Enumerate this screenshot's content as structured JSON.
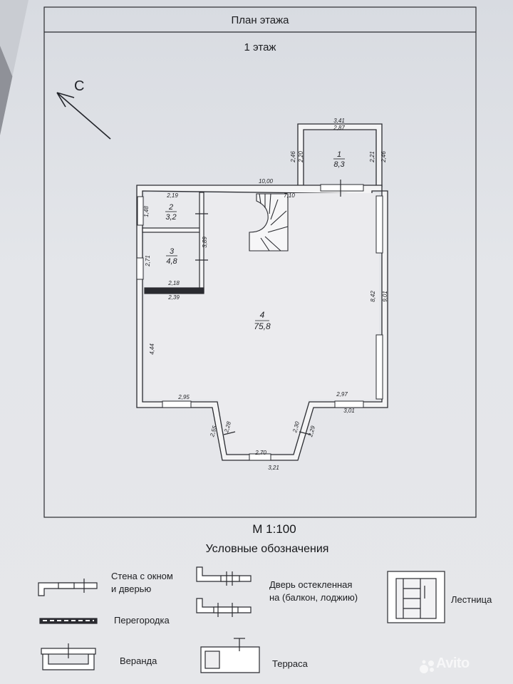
{
  "header": {
    "title": "План этажа",
    "floor": "1 этаж"
  },
  "north_label": "С",
  "rooms": [
    {
      "id": "1",
      "area": "8,3"
    },
    {
      "id": "2",
      "area": "3,2"
    },
    {
      "id": "3",
      "area": "4,8"
    },
    {
      "id": "4",
      "area": "75,8"
    }
  ],
  "dimensions": {
    "top_total": "10,00",
    "top_inner": "7,10",
    "veranda_outer": "3,41",
    "veranda_inner": "2,87",
    "veranda_left_outer": "2,46",
    "veranda_left_inner": "2,20",
    "veranda_right_inner": "2,21",
    "veranda_right_outer": "2,46",
    "room2_width": "2,19",
    "room2_depth": "1,48",
    "room3_depth": "2,71",
    "room3_partition": "3,89",
    "room3_width": "2,18",
    "room3_outer": "2,39",
    "right_inner": "8,42",
    "right_outer": "9,01",
    "left_inner": "4,44",
    "bottom_left": "2,95",
    "bottom_right_inner": "2,97",
    "bottom_right_outer": "3,01",
    "bay_left_outer": "2,55",
    "bay_left_inner": "2,28",
    "bay_right_inner": "2,30",
    "bay_right_outer": "2,29",
    "bay_bottom_inner": "2,70",
    "bay_bottom_outer": "3,21"
  },
  "scale": "М 1:100",
  "legend": {
    "title": "Условные обозначения",
    "items": {
      "wall": "Стена с окном\nи дверью",
      "partition": "Перегородка",
      "glass_door": "Дверь остекленная\nна (балкон, лоджию)",
      "stairs": "Лестница",
      "veranda": "Веранда",
      "terrace": "Терраса"
    }
  },
  "watermark": "Avito"
}
